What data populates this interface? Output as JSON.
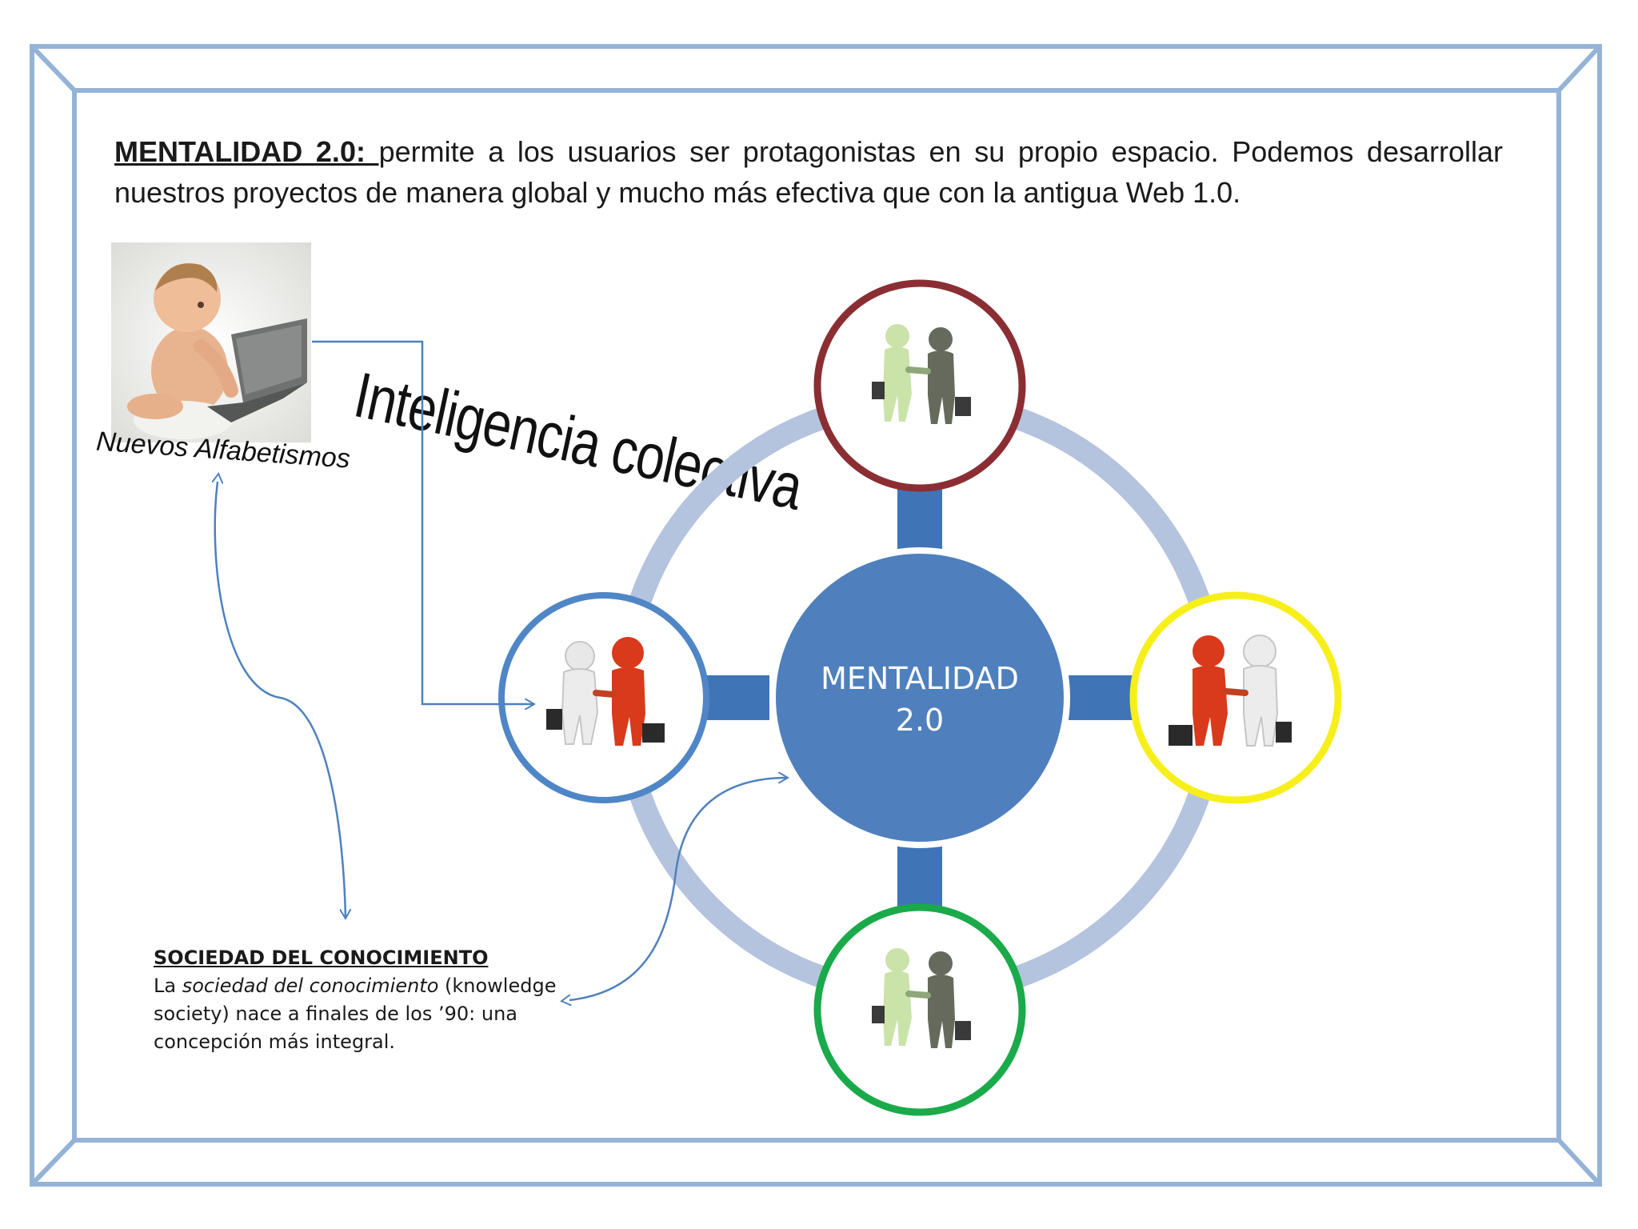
{
  "intro": {
    "lead": "MENTALIDAD 2.0: ",
    "text": "permite a los usuarios ser  protagonistas en su propio espacio. Podemos desarrollar nuestros proyectos de manera global y mucho más efectiva que con la antigua Web 1.0."
  },
  "baby": {
    "caption": "Nuevos Alfabetismos"
  },
  "wordart": "Inteligencia colectiva",
  "center": {
    "line1": "MENTALIDAD",
    "line2": "2.0"
  },
  "nodes": [
    {
      "position": "top",
      "ring_color": "#8b2e33",
      "icon": "handshake-green-grey-icon"
    },
    {
      "position": "left",
      "ring_color": "#4f86c6",
      "icon": "handshake-white-red-icon"
    },
    {
      "position": "right",
      "ring_color": "#f7ef1a",
      "icon": "handshake-red-white-icon"
    },
    {
      "position": "bottom",
      "ring_color": "#1aaa4a",
      "icon": "handshake-green-grey-icon"
    }
  ],
  "society": {
    "title": "SOCIEDAD DEL CONOCIMIENTO",
    "body_pre": "La ",
    "body_em": "sociedad del conocimiento",
    "body_post": " (knowledge society) nace a finales de los ’90: una concepción más integral."
  },
  "colors": {
    "frame": "#95b3d7",
    "outer_ring": "#b4c3de",
    "connector": "#3f74b7",
    "center_fill": "#4f80bd",
    "arrow": "#4f81bd"
  }
}
